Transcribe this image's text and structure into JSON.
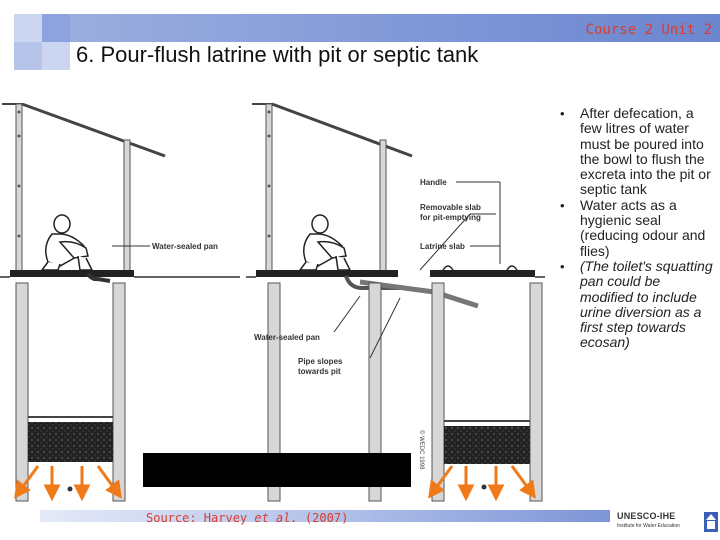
{
  "header": {
    "course": "Course 2 Unit 2"
  },
  "title": "6. Pour-flush latrine with pit or septic tank",
  "figure": {
    "labels": {
      "water_sealed_pan_left": "Water-sealed pan",
      "handle": "Handle",
      "removable_slab_1": "Removable slab",
      "removable_slab_2": "for pit-emptying",
      "latrine_slab": "Latrine slab",
      "water_sealed_pan_right": "Water-sealed pan",
      "pipe_slopes_1": "Pipe slopes",
      "pipe_slopes_2": "towards pit",
      "copyright": "© WEDC 1998"
    }
  },
  "bullets": [
    "After defecation, a few litres of water must be poured into the bowl to flush the excreta into the pit or septic tank",
    "Water acts as a hygienic seal (reducing odour and flies)",
    "(The toilet's squatting pan could be modified to include urine diversion as a first step towards ecosan)"
  ],
  "source": {
    "prefix": "Source: Harvey ",
    "italic": "et al.",
    "suffix": " (2007)"
  },
  "logo": {
    "name": "UNESCO-IHE",
    "sub": "Institute for Water Education"
  },
  "colors": {
    "accent_red": "#d93d2e",
    "bar_blue": "#7d95d6",
    "arrow_orange": "#f07a1a"
  }
}
